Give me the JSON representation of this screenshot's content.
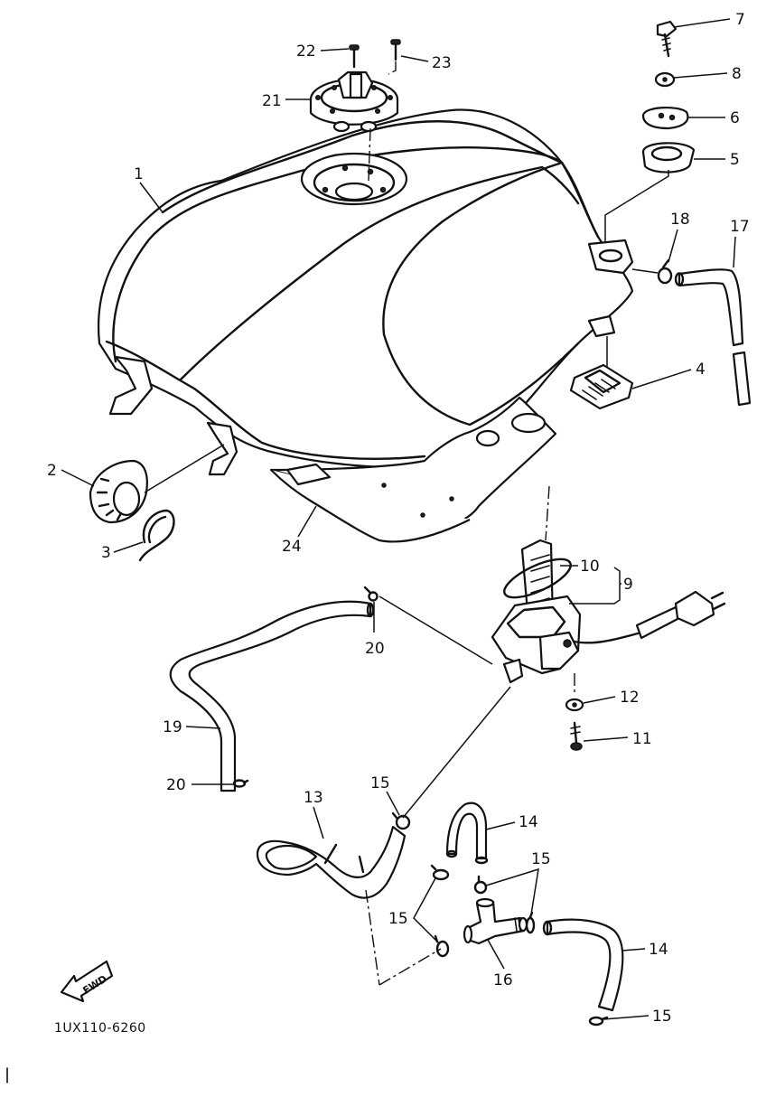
{
  "diagram_code": "1UX110-6260",
  "fwd_label": "FWD",
  "callouts": {
    "c1": "1",
    "c2": "2",
    "c3": "3",
    "c4": "4",
    "c5": "5",
    "c6": "6",
    "c7": "7",
    "c8": "8",
    "c9": "9",
    "c10": "10",
    "c11": "11",
    "c12": "12",
    "c13": "13",
    "c14a": "14",
    "c14b": "14",
    "c15a": "15",
    "c15b": "15",
    "c15c": "15",
    "c15d": "15",
    "c16": "16",
    "c17": "17",
    "c18": "18",
    "c19": "19",
    "c20a": "20",
    "c20b": "20",
    "c21": "21",
    "c22": "22",
    "c23": "23",
    "c24": "24"
  }
}
